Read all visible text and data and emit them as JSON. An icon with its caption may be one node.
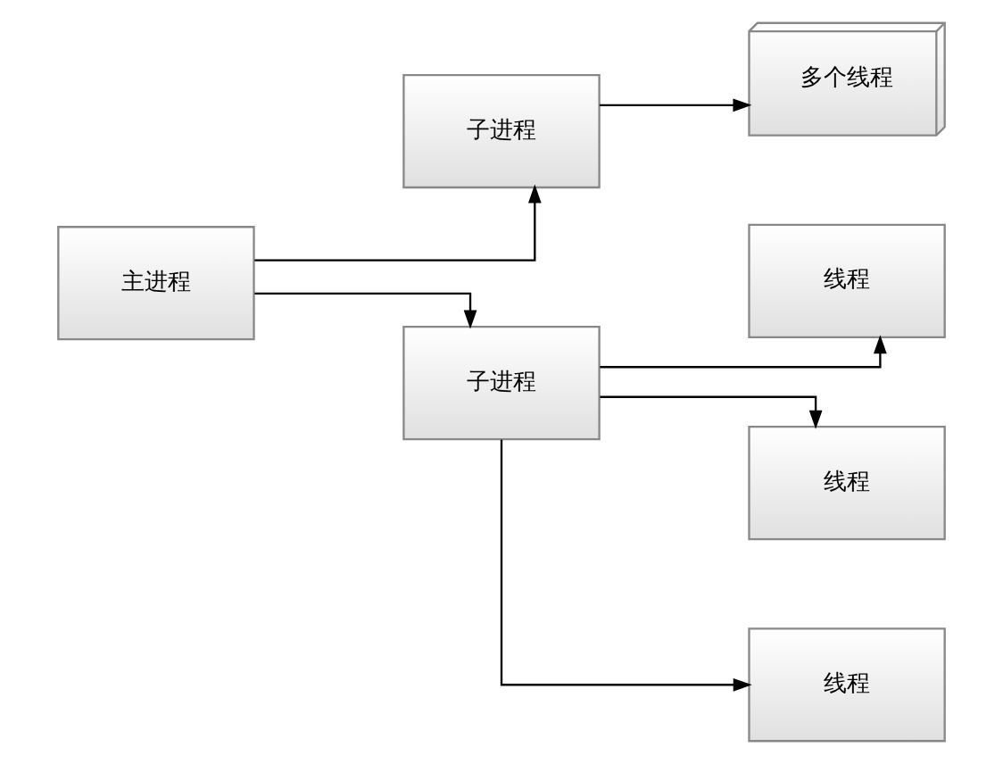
{
  "diagram": {
    "nodes": [
      {
        "text": [
          "主进程"
        ]
      },
      {
        "text": [
          "子进程"
        ]
      },
      {
        "text": [
          "多个线程"
        ]
      },
      {
        "text": [
          "子进程"
        ]
      },
      {
        "text": [
          "线程"
        ]
      },
      {
        "text": [
          "线程"
        ]
      },
      {
        "text": [
          "线程"
        ]
      }
    ],
    "edges": [
      {
        "from": 0,
        "to": 1,
        "arrow": "to"
      },
      {
        "from": 0,
        "to": 3,
        "arrow": "to"
      },
      {
        "from": 1,
        "to": 2,
        "arrow": "to"
      },
      {
        "from": 3,
        "to": 4,
        "arrow": "to"
      },
      {
        "from": 3,
        "to": 5,
        "arrow": "to"
      },
      {
        "from": 3,
        "to": 6,
        "arrow": "to"
      }
    ]
  }
}
